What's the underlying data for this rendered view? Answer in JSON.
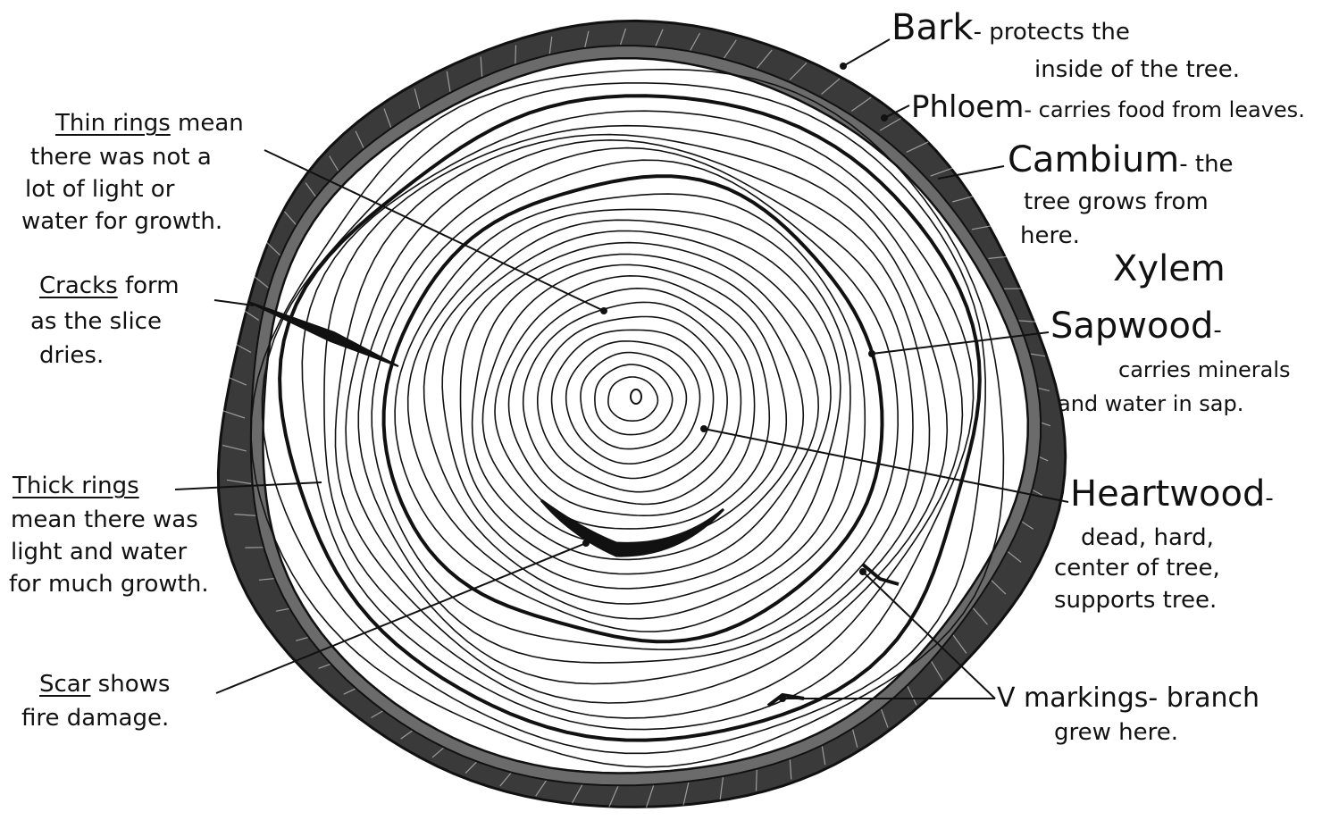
{
  "labels": {
    "bark": {
      "term": "Bark",
      "desc1": "- protects the",
      "desc2": "inside of the tree."
    },
    "phloem": {
      "term": "Phloem",
      "desc": "- carries food from leaves."
    },
    "cambium": {
      "term": "Cambium",
      "desc1": "- the",
      "desc2": "tree grows from",
      "desc3": "here."
    },
    "xylem": {
      "term": "Xylem"
    },
    "sapwood": {
      "term": "Sapwood",
      "dash": "-",
      "desc1": "carries minerals",
      "desc2": "and water in sap."
    },
    "heartwood": {
      "term": "Heartwood",
      "dash": "-",
      "desc1": "dead, hard,",
      "desc2": "center of tree,",
      "desc3": "supports tree."
    },
    "v_markings": {
      "term": "V markings",
      "desc1": "- branch",
      "desc2": "grew here."
    },
    "thin_rings": {
      "term": "Thin rings",
      "desc1": " mean",
      "desc2": "there was not a",
      "desc3": "lot of light or",
      "desc4": "water for growth."
    },
    "cracks": {
      "term": "Cracks",
      "desc1": " form",
      "desc2": "as the slice",
      "desc3": "dries."
    },
    "thick_rings": {
      "term": "Thick rings",
      "desc1": "mean there was",
      "desc2": "light and water",
      "desc3": "for much growth."
    },
    "scar": {
      "term": "Scar",
      "desc1": " shows",
      "desc2": "fire damage."
    }
  },
  "colors": {
    "ink": "#111111",
    "bark_fill": "#3a3a3a",
    "cambium_fill": "#6b6b6b",
    "background": "#ffffff"
  }
}
